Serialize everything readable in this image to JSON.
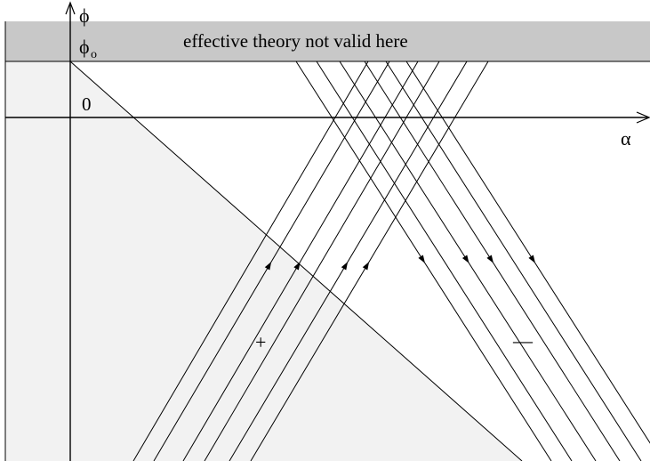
{
  "diagram": {
    "band_text": "effective theory not valid here",
    "y_axis_label": "ϕ",
    "phi0_label": "ϕ",
    "phi0_subscript": "o",
    "zero_label": "0",
    "x_axis_label": "α",
    "plus_label": "+",
    "minus_label": "—",
    "colors": {
      "band_fill": "#c8c8c8",
      "shaded_region_fill": "#f2f2f2",
      "line_color": "#000000"
    }
  }
}
